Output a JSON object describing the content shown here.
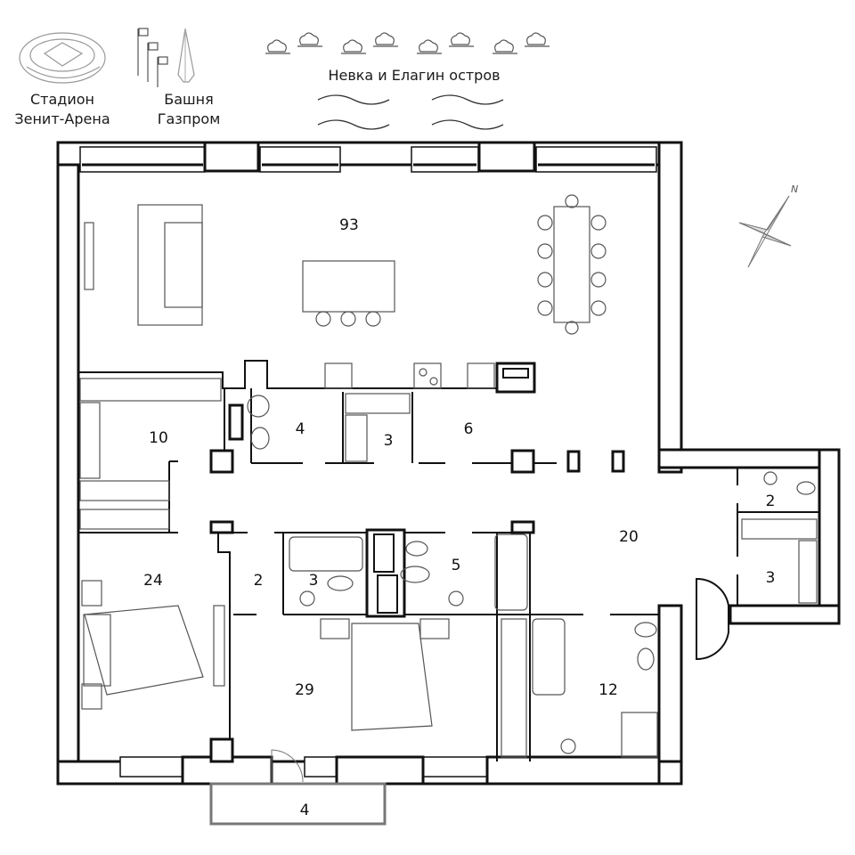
{
  "landmarks": {
    "stadium": {
      "line1": "Стадион",
      "line2": "Зенит-Арена"
    },
    "tower": {
      "line1": "Башня",
      "line2": "Газпром"
    },
    "river": "Невка и Елагин остров"
  },
  "compass": {
    "north": "N"
  },
  "rooms": {
    "living": "93",
    "wardrobe_big": "10",
    "bath_small": "4",
    "closet_mid": "3",
    "room_6": "6",
    "hall": "20",
    "wc_right": "2",
    "closet_right": "3",
    "bedroom_left": "24",
    "corridor_small": "2",
    "bath_3": "3",
    "bath_5": "5",
    "bedroom_main": "29",
    "bath_12": "12",
    "balcony": "4"
  },
  "colors": {
    "wall": "#111111",
    "furniture": "#555555",
    "landmark": "#999999"
  }
}
